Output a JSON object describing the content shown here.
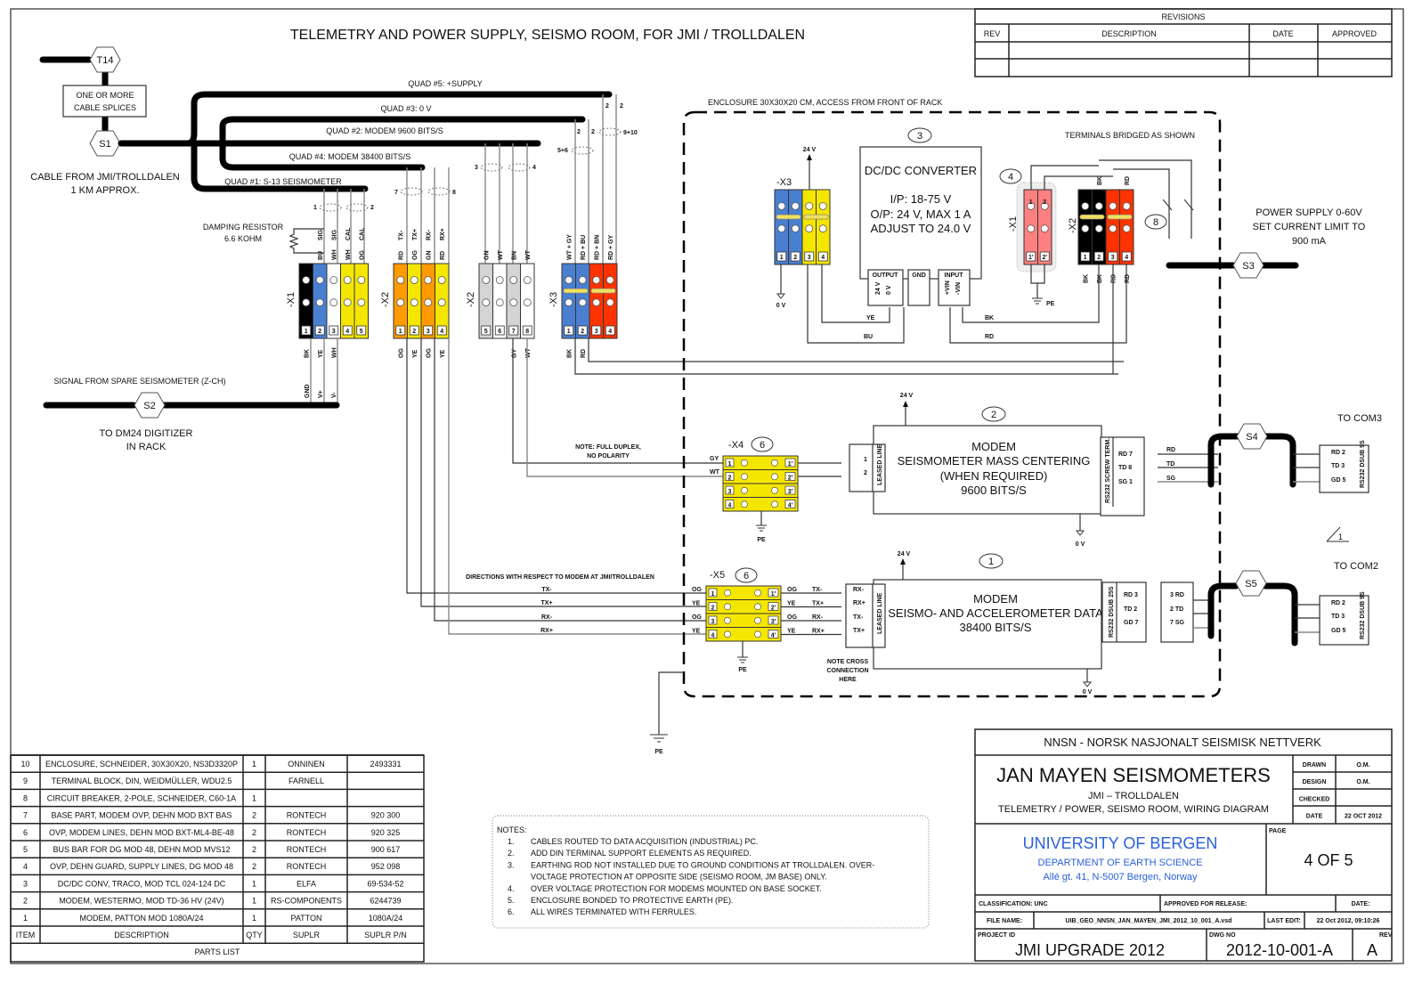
{
  "title": "TELEMETRY AND POWER SUPPLY, SEISMO ROOM, FOR JMI / TROLLDALEN",
  "revisions": {
    "heading": "REVISIONS",
    "columns": [
      "REV",
      "DESCRIPTION",
      "DATE",
      "APPROVED"
    ],
    "rows": [
      [
        "",
        "",
        "",
        ""
      ],
      [
        "",
        "",
        "",
        ""
      ]
    ]
  },
  "cable": {
    "t14": "T14",
    "splices": [
      "ONE OR MORE",
      "CABLE SPLICES"
    ],
    "s1": "S1",
    "from_label": [
      "CABLE FROM JMI/TROLLDALEN",
      "1 KM APPROX."
    ],
    "quads": [
      "QUAD #5:  +SUPPLY",
      "QUAD #3:  0 V",
      "QUAD #2:  MODEM 9600 BITS/S",
      "QUAD #4:  MODEM 38400 BITS/S",
      "QUAD #1:  S-13 SEISMOMETER"
    ],
    "pair_labels": [
      "1",
      "2",
      "7",
      "8",
      "3",
      "4",
      "5+6",
      "9+10",
      "2",
      "2",
      "2",
      "2"
    ]
  },
  "damping": [
    "DAMPING RESISTOR",
    "6.6 KOHM"
  ],
  "terminals": {
    "x1": {
      "label": "-X1",
      "top": [
        "",
        "BU",
        "WH",
        "WH",
        "OG"
      ],
      "top2": [
        "",
        "SIG",
        "SIG",
        "CAL",
        "CAL"
      ],
      "nums": [
        "1",
        "2",
        "3",
        "4",
        "5"
      ],
      "bottom": [
        "BK",
        "YE",
        "WH"
      ],
      "colors": [
        "#000000",
        "#4a7fd0",
        "#ffffff",
        "#f5e600",
        "#f5e600"
      ]
    },
    "x2a": {
      "label": "-X2",
      "top": [
        "RD",
        "OG",
        "GN",
        "RD"
      ],
      "top2": [
        "TX-",
        "TX+",
        "RX-",
        "RX+"
      ],
      "nums": [
        "1",
        "2",
        "3",
        "4"
      ],
      "bottom": [
        "OG",
        "YE",
        "OG",
        "YE"
      ],
      "colors": [
        "#ff9a00",
        "#f5e600",
        "#ff9a00",
        "#f5e600"
      ]
    },
    "x2b": {
      "label": "-X2",
      "top": [
        "GN",
        "WT",
        "BN",
        "WT"
      ],
      "nums": [
        "5",
        "6",
        "7",
        "8"
      ],
      "bottom": [
        "GY",
        "WT"
      ],
      "colors": [
        "#d4d4d4",
        "#ffffff",
        "#d4d4d4",
        "#ffffff"
      ]
    },
    "x3": {
      "label": "-X3",
      "top": [
        "WT + GY",
        "RD + BU",
        "RD + BN",
        "RD + GY"
      ],
      "nums": [
        "1",
        "2",
        "3",
        "4"
      ],
      "bottom": [
        "BK",
        "RD"
      ],
      "colors": [
        "#4a7fd0",
        "#4a7fd0",
        "#ff3300",
        "#ff3300"
      ]
    }
  },
  "signal": {
    "label": "SIGNAL FROM SPARE SEISMOMETER (Z-CH)",
    "s2": "S2",
    "pins": [
      "GND",
      "V+",
      "V-"
    ],
    "dest": [
      "TO DM24 DIGITIZER",
      "IN RACK"
    ]
  },
  "enclosure": {
    "label": "ENCLOSURE 30X30X20 CM, ACCESS FROM FRONT OF RACK",
    "x3_power": {
      "label": "-X3",
      "nums": [
        "1",
        "2",
        "3",
        "4"
      ],
      "v24": "24 V",
      "v0": "0 V",
      "colors": [
        "#4a7fd0",
        "#4a7fd0",
        "#f5e600",
        "#f5e600"
      ]
    },
    "converter": {
      "item": "3",
      "name": "DC/DC CONVERTER",
      "lines": [
        "I/P: 18-75 V",
        "O/P:  24 V, MAX 1 A",
        "ADJUST TO 24.0 V"
      ],
      "output": "OUTPUT",
      "gnd": "GND",
      "input": "INPUT",
      "pins": [
        "24 V",
        "0 V",
        "+VIN",
        "-VIN"
      ]
    },
    "wire_labels": {
      "ye": "YE",
      "bu": "BU",
      "bk": "BK",
      "rd": "RD"
    },
    "bridged_note": "TERMINALS BRIDGED AS SHOWN",
    "ovp_x1": {
      "item": "4",
      "label": "-X1",
      "nums": [
        "1",
        "2",
        "1'",
        "2'"
      ],
      "pe": "PE",
      "color": "#ff8080"
    },
    "ovp_x2": {
      "label": "-X2",
      "nums": [
        "1",
        "2",
        "3",
        "4"
      ],
      "top": [
        "BK",
        "RD"
      ],
      "bottom": [
        "BK",
        "BK",
        "RD",
        "RD"
      ],
      "colors": [
        "#000000",
        "#000000",
        "#ff3300",
        "#ff3300"
      ]
    },
    "breaker_item": "8",
    "power_supply": [
      "POWER SUPPLY 0-60V",
      "SET CURRENT LIMIT TO",
      "900 mA"
    ],
    "s3": "S3"
  },
  "modem2": {
    "item": "2",
    "v24": "24 V",
    "v0": "0 V",
    "lines": [
      "MODEM",
      "SEISMOMETER MASS CENTERING",
      "(WHEN REQUIRED)",
      "9600 BITS/S"
    ],
    "leased": "LEASED LINE",
    "leased_pins": [
      "1",
      "2"
    ],
    "rs232": "RS232 SCREW TERM.",
    "rs_pins": [
      "RD 7",
      "TD 8",
      "SG 1"
    ],
    "signals": [
      "RD",
      "TD",
      "SG"
    ],
    "x4": {
      "label": "-X4",
      "item": "6",
      "inputs": [
        "GY",
        "WT"
      ],
      "left": [
        "1",
        "2",
        "3",
        "4"
      ],
      "right": [
        "1'",
        "2'",
        "3'",
        "4'"
      ],
      "pe": "PE"
    },
    "note": [
      "NOTE: FULL DUPLEX,",
      "NO POLARITY"
    ],
    "s4": "S4",
    "dest": "TO COM3",
    "dsub": "RS232 DSUB 9S",
    "dsub_pins": [
      "RD 2",
      "TD 3",
      "GD 5"
    ],
    "rev_marker": "1"
  },
  "modem1": {
    "item": "1",
    "v24": "24 V",
    "v0": "0 V",
    "lines": [
      "MODEM",
      "SEISMO- AND ACCELEROMETER DATA",
      "38400 BITS/S"
    ],
    "leased": "LEASED LINE",
    "leased_pins": [
      "RX-",
      "RX+",
      "TX-",
      "TX+"
    ],
    "rs232": "RS232 DSUB 25S",
    "rs_pins": [
      "RD 3",
      "TD 2",
      "GD 7"
    ],
    "cable_pins": [
      "3 RD",
      "2 TD",
      "7 SG"
    ],
    "x5": {
      "label": "-X5",
      "item": "6",
      "in_colors": [
        "OG",
        "YE",
        "OG",
        "YE"
      ],
      "out_colors": [
        "OG",
        "YE",
        "OG",
        "YE"
      ],
      "out_sigs": [
        "TX-",
        "TX+",
        "RX-",
        "RX+"
      ],
      "left": [
        "1",
        "2",
        "3",
        "4"
      ],
      "right": [
        "1'",
        "2'",
        "3'",
        "4'"
      ],
      "pe": "PE"
    },
    "directions": "DIRECTIONS WITH RESPECT TO MODEM AT JMI/TROLLDALEN",
    "line_sigs": [
      "TX-",
      "TX+",
      "RX-",
      "RX+"
    ],
    "cross_note": [
      "NOTE CROSS",
      "CONNECTION",
      "HERE"
    ],
    "s5": "S5",
    "dest": "TO COM2",
    "dsub": "RS232 DSUB 9S",
    "dsub_pins": [
      "RD 2",
      "TD 3",
      "GD 5"
    ]
  },
  "earth_pe": "PE",
  "parts_list": {
    "caption": "PARTS LIST",
    "columns": [
      "ITEM",
      "DESCRIPTION",
      "QTY",
      "SUPLR",
      "SUPLR P/N"
    ],
    "rows": [
      [
        "10",
        "ENCLOSURE, SCHNEIDER, 30X30X20, NS3D3320P",
        "1",
        "ONNINEN",
        "2493331"
      ],
      [
        "9",
        "TERMINAL BLOCK, DIN, WEIDMÜLLER, WDU2.5",
        "",
        "FARNELL",
        ""
      ],
      [
        "8",
        "CIRCUIT BREAKER, 2-POLE, SCHNEIDER, C60-1A",
        "1",
        "",
        ""
      ],
      [
        "7",
        "BASE PART, MODEM OVP, DEHN MOD BXT BAS",
        "2",
        "RONTECH",
        "920 300"
      ],
      [
        "6",
        "OVP, MODEM LINES, DEHN MOD BXT-ML4-BE-48",
        "2",
        "RONTECH",
        "920 325"
      ],
      [
        "5",
        "BUS BAR FOR DG MOD 48, DEHN MOD MVS12",
        "2",
        "RONTECH",
        "900 617"
      ],
      [
        "4",
        "OVP, DEHN GUARD, SUPPLY LINES, DG MOD 48",
        "2",
        "RONTECH",
        "952 098"
      ],
      [
        "3",
        "DC/DC CONV, TRACO, MOD TCL 024-124 DC",
        "1",
        "ELFA",
        "69-534-52"
      ],
      [
        "2",
        "MODEM, WESTERMO, MOD TD-36 HV (24V)",
        "1",
        "RS-COMPONENTS",
        "6244739"
      ],
      [
        "1",
        "MODEM, PATTON MOD 1080A/24",
        "1",
        "PATTON",
        "1080A/24"
      ]
    ]
  },
  "notes": {
    "heading": "NOTES:",
    "items": [
      [
        "1.",
        "CABLES ROUTED TO DATA ACQUISITION (INDUSTRIAL) PC."
      ],
      [
        "2.",
        "ADD DIN TERMINAL SUPPORT ELEMENTS AS REQUIRED."
      ],
      [
        "3.",
        "EARTHING ROD NOT INSTALLED DUE TO GROUND CONDITIONS AT TROLLDALEN.  OVER-"
      ],
      [
        "",
        "VOLTAGE PROTECTION AT OPPOSITE SIDE (SEISMO ROOM, JM BASE) ONLY."
      ],
      [
        "4.",
        "OVER VOLTAGE PROTECTION FOR MODEMS MOUNTED ON BASE SOCKET."
      ],
      [
        "5.",
        "ENCLOSURE BONDED TO PROTECTIVE EARTH (PE)."
      ],
      [
        "6.",
        "ALL WIRES TERMINATED WITH FERRULES."
      ]
    ]
  },
  "title_block": {
    "org": "NNSN  -  NORSK NASJONALT SEISMISK NETTVERK",
    "project": "JAN MAYEN SEISMOMETERS",
    "sub1": "JMI – TROLLDALEN",
    "sub2": "TELEMETRY / POWER, SEISMO ROOM, WIRING DIAGRAM",
    "sign": [
      [
        "DRAWN",
        "O.M."
      ],
      [
        "DESIGN",
        "O.M."
      ],
      [
        "CHECKED",
        ""
      ],
      [
        "DATE",
        "22 OCT 2012"
      ]
    ],
    "university": "UNIVERSITY OF BERGEN",
    "department": "DEPARTMENT OF EARTH SCIENCE",
    "address": "Allé gt. 41, N-5007 Bergen, Norway",
    "page_label": "PAGE",
    "page": "4 OF 5",
    "classification": "CLASSIFICATION:  UNC",
    "approved": "APPROVED FOR RELEASE:",
    "date_label": "DATE:",
    "file_label": "FILE NAME:",
    "file": "UIB_GEO_NNSN_JAN_MAYEN_JMI_2012_10_001_A.vsd",
    "last_edit_label": "LAST EDIT:",
    "last_edit": "22 Oct 2012, 09:10:26",
    "project_id_label": "PROJECT ID",
    "project_id": "JMI UPGRADE 2012",
    "dwg_label": "DWG NO",
    "dwg": "2012-10-001-A",
    "rev_label": "REV",
    "rev": "A"
  },
  "colors": {
    "link_blue": "#2860d8",
    "yellow": "#f5e600",
    "orange": "#ff9a00",
    "red": "#ff3300",
    "blue": "#4a7fd0",
    "pink": "#ff8080",
    "grey": "#d4d4d4"
  }
}
